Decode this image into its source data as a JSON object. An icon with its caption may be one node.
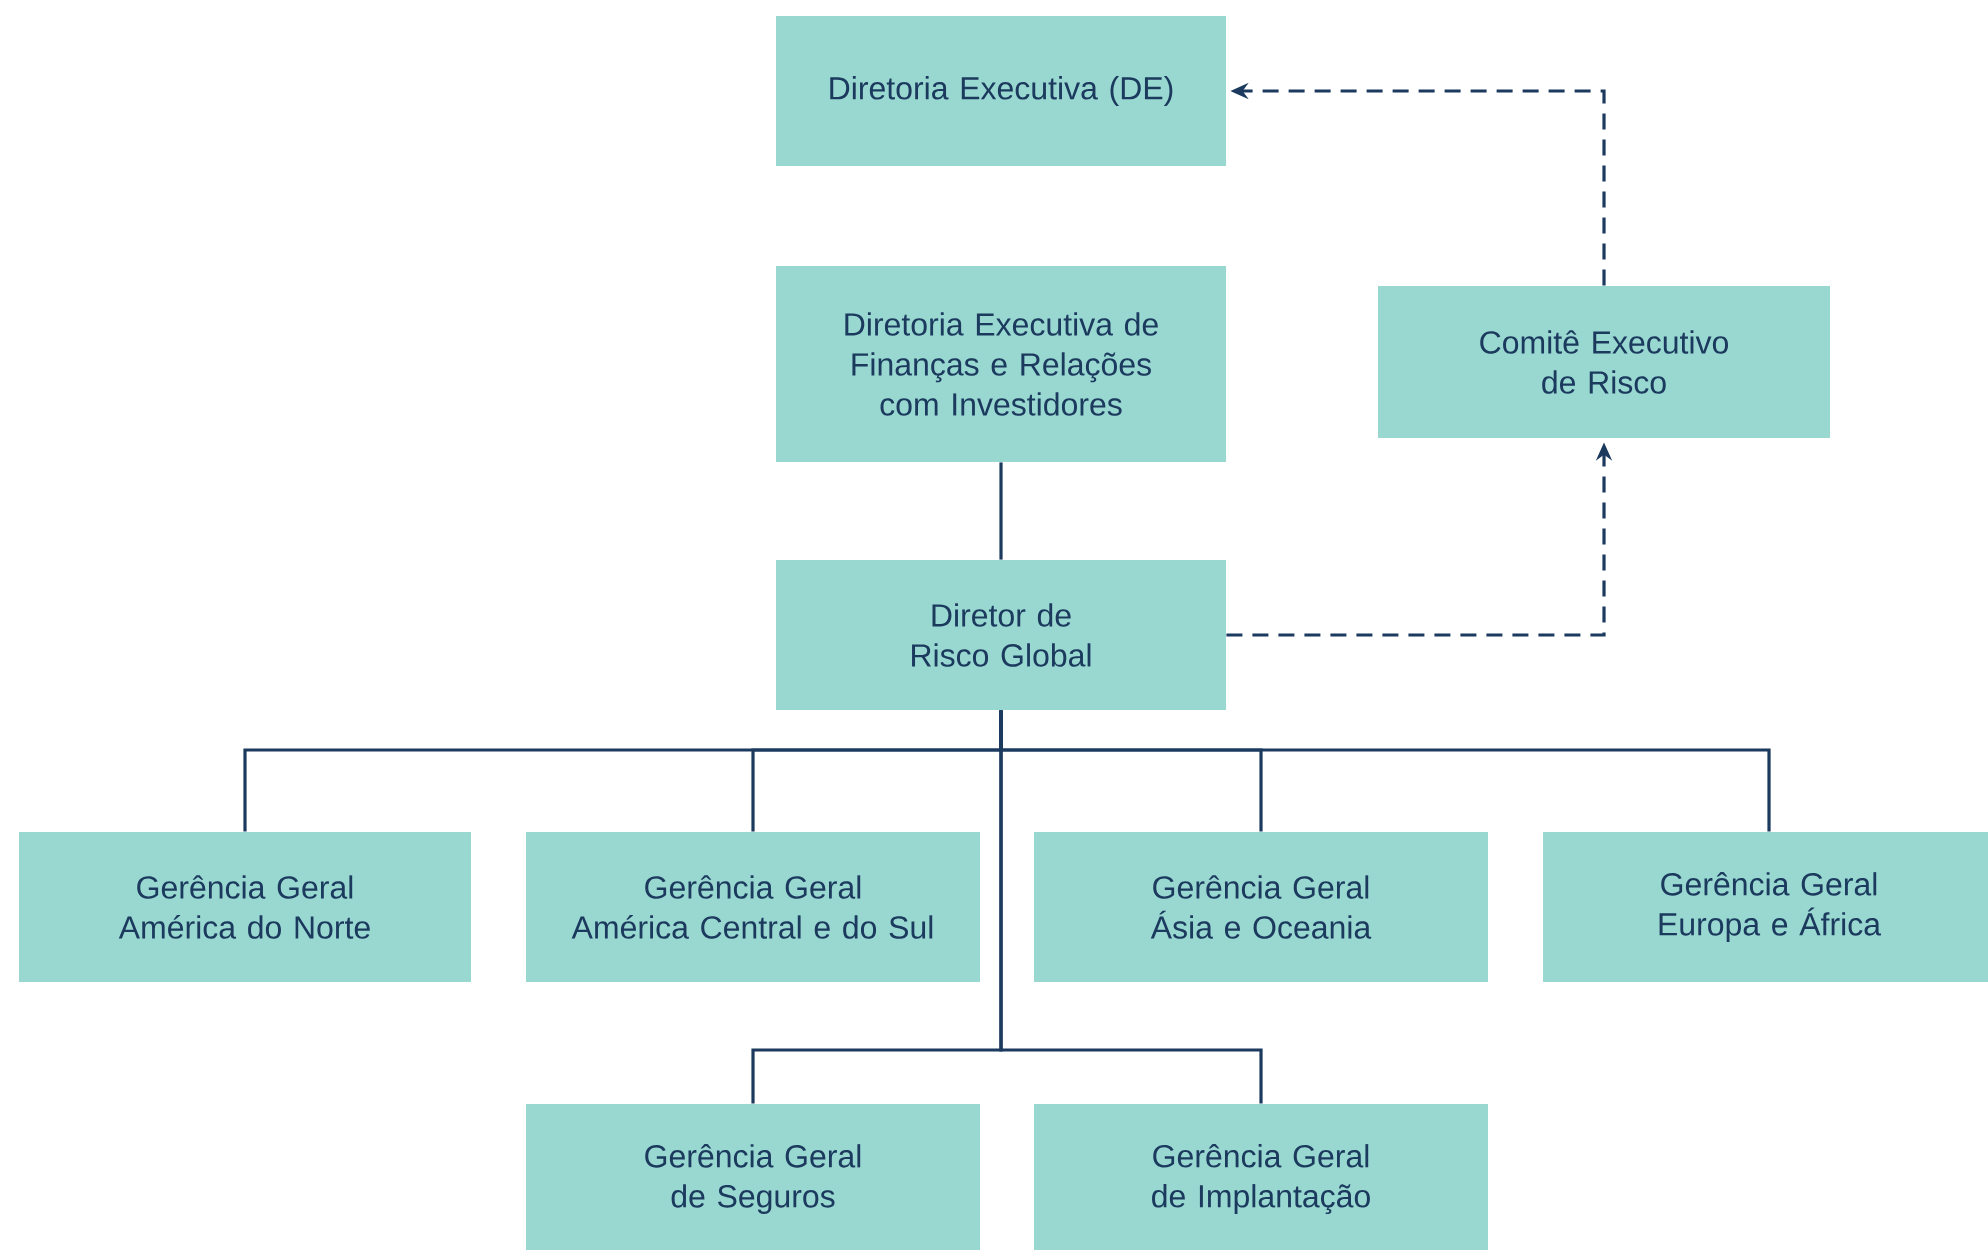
{
  "diagram": {
    "nodes": [
      {
        "text": [
          "Diretoria Executiva (DE)"
        ]
      },
      {
        "text": [
          "Diretoria Executiva de Finanças e Relações com Investidores"
        ]
      },
      {
        "text": [
          "Comitê Executivo de Risco"
        ]
      },
      {
        "text": [
          "Diretor de Risco Global"
        ]
      },
      {
        "text": [
          "Gerência Geral",
          "América do Norte"
        ]
      },
      {
        "text": [
          "Gerência Geral",
          "América Central e do Sul"
        ]
      },
      {
        "text": [
          "Gerência Geral",
          "Ásia e Oceania"
        ]
      },
      {
        "text": [
          "Gerência Geral",
          "Europa e África"
        ]
      },
      {
        "text": [
          "Gerência Geral",
          "de Seguros"
        ]
      },
      {
        "text": [
          "Gerência Geral",
          "de Implantação"
        ]
      }
    ],
    "edges": [
      {
        "from": 1,
        "to": 3,
        "arrow": "none"
      },
      {
        "from": 3,
        "to": 2,
        "arrow": "to",
        "style": "dashed"
      },
      {
        "from": 2,
        "to": 0,
        "arrow": "to",
        "style": "dashed"
      },
      {
        "from": 3,
        "to": 4,
        "arrow": "none"
      },
      {
        "from": 3,
        "to": 5,
        "arrow": "none"
      },
      {
        "from": 3,
        "to": 6,
        "arrow": "none"
      },
      {
        "from": 3,
        "to": 7,
        "arrow": "none"
      },
      {
        "from": 3,
        "to": 8,
        "arrow": "none"
      },
      {
        "from": 3,
        "to": 9,
        "arrow": "none"
      }
    ]
  }
}
